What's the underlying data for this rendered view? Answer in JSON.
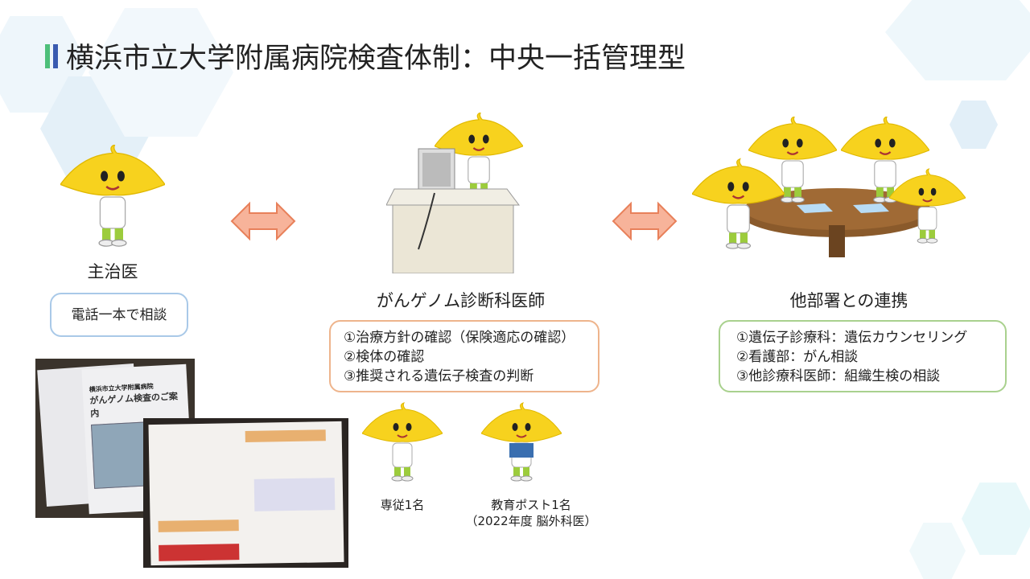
{
  "title": "横浜市立大学附属病院検査体制：中央一括管理型",
  "colors": {
    "bar_green": "#4dbf7a",
    "bar_blue": "#3a5bb0",
    "arrow": "#f7b39a",
    "orange_border": "#eeb48c",
    "green_border": "#a9d18e",
    "blue_border": "#a9c9e8"
  },
  "left": {
    "label": "主治医",
    "box": "電話一本で相談"
  },
  "center": {
    "label": "がんゲノム診断科医師",
    "items": [
      "①治療方針の確認（保険適応の確認）",
      "②検体の確認",
      "③推奨される遺伝子検査の判断"
    ],
    "staff1": "専従1名",
    "staff2": "教育ポスト1名",
    "staff2_note": "（2022年度 脳外科医）"
  },
  "right": {
    "label": "他部署との連携",
    "items": [
      "①遺伝子診療科：遺伝カウンセリング",
      "②看護部：がん相談",
      "③他診療科医師：組織生検の相談"
    ]
  },
  "brochure": {
    "org": "横浜市立大学附属病院",
    "title": "がんゲノム検査のご案内"
  }
}
